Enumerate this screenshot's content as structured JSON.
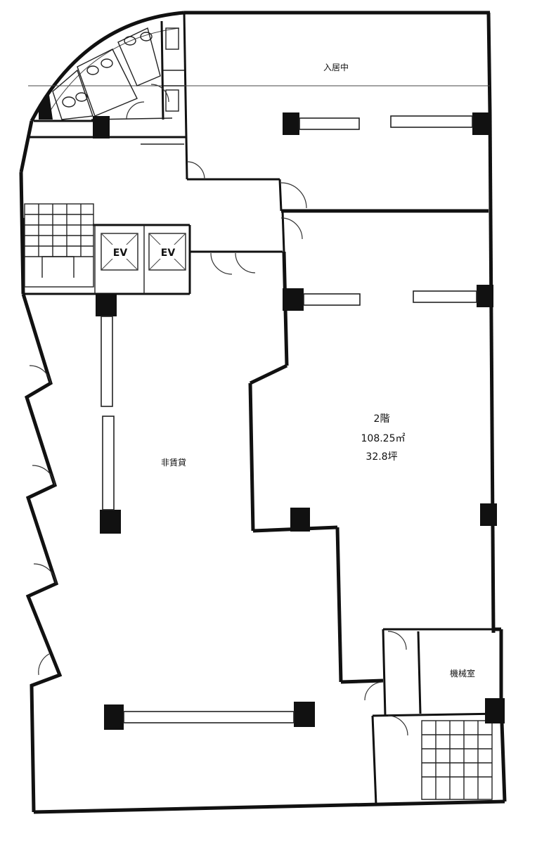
{
  "floor_plan": {
    "labels": {
      "occupied_tenant": "入居中",
      "vacant_area": "非賃貸",
      "machine_room": "機械室",
      "elevator_1": "EV",
      "elevator_2": "EV"
    },
    "unit": {
      "floor": "2階",
      "area_sqm": "108.25㎡",
      "area_tsubo": "32.8坪"
    }
  }
}
